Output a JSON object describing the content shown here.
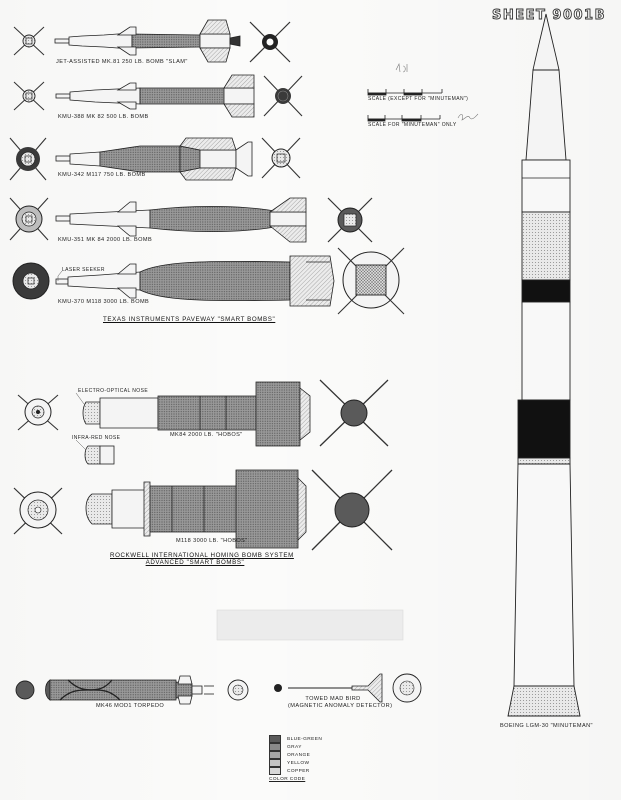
{
  "sheet_number": "SHEET 9001B",
  "scale": {
    "general": "SCALE (EXCEPT FOR \"MINUTEMAN\")",
    "minuteman": "SCALE FOR \"MINUTEMAN\" ONLY"
  },
  "bombs": {
    "slam": "JET-ASSISTED MK.81 250 LB. BOMB \"SLAM\"",
    "kmu388": "KMU-388 MK 82 500 LB. BOMB",
    "kmu342": "KMU-342 M117 750 LB. BOMB",
    "kmu351": "KMU-351 MK 84 2000 LB. BOMB",
    "kmu370": "KMU-370 M118 3000 LB. BOMB",
    "laser_seeker": "LASER SEEKER"
  },
  "paveway_title": "TEXAS INSTRUMENTS PAVEWAY \"SMART BOMBS\"",
  "hobos": {
    "electro_optical": "ELECTRO-OPTICAL NOSE",
    "infra_red": "INFRA-RED NOSE",
    "mk84": "MK84 2000 LB. \"HOBOS\"",
    "m118": "M118 3000 LB. \"HOBOS\"",
    "title_line1": "ROCKWELL INTERNATIONAL HOMING BOMB SYSTEM",
    "title_line2": "ADVANCED \"SMART BOMBS\""
  },
  "torpedo": "MK46 MOD1 TORPEDO",
  "mad_bird": {
    "line1": "TOWED MAD BIRD",
    "line2": "(MAGNETIC ANOMALY DETECTOR)"
  },
  "minuteman": "BOEING LGM-30 \"MINUTEMAN\"",
  "legend": {
    "items": [
      {
        "label": "BLUE-GREEN",
        "color": "#5a5a5a"
      },
      {
        "label": "GRAY",
        "color": "#8a8a8a"
      },
      {
        "label": "ORANGE",
        "color": "#a6a6a6"
      },
      {
        "label": "YELLOW",
        "color": "#c4c4c4"
      },
      {
        "label": "COPPER",
        "color": "#d8d8d8"
      }
    ],
    "caption": "COLOR CODE"
  }
}
